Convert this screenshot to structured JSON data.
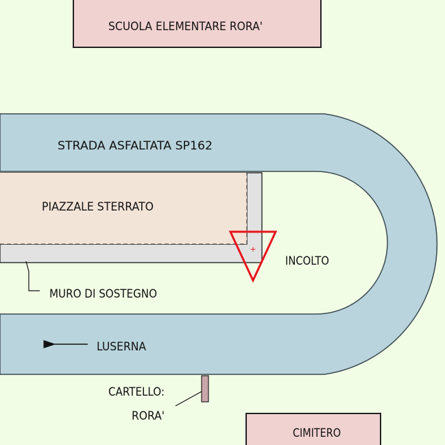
{
  "labels": {
    "school": "SCUOLA ELEMENTARE RORA'",
    "road": "STRADA ASFALTATA  SP162",
    "square": "PIAZZALE STERRATO",
    "uncultivated": "INCOLTO",
    "wall": "MURO DI SOSTEGNO",
    "direction": "LUSERNA",
    "sign_line1": "CARTELLO:",
    "sign_line2": "RORA'",
    "cemetery": "CIMITERO"
  },
  "colors": {
    "background": "#f2fde6",
    "building_fill": "#f0d2d0",
    "road_fill": "#b9d4dc",
    "square_fill": "#f3e4d8",
    "wall_fill": "#e2e2e2",
    "marker": "#e8141c",
    "sign_post": "#caa6aa"
  },
  "icons": {
    "marker": "inverted-triangle-marker-icon",
    "direction_arrow": "left-arrow-icon"
  }
}
